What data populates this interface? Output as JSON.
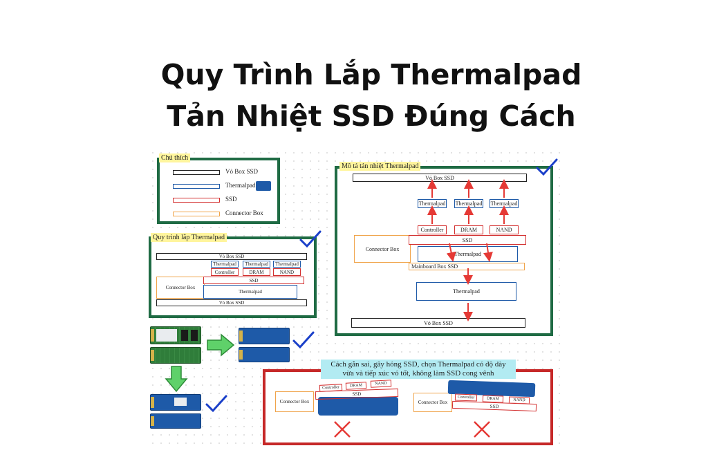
{
  "title": {
    "line1": "Quy Trình Lắp Thermalpad",
    "line2": "Tản Nhiệt SSD Đúng Cách"
  },
  "legend": {
    "heading": "Chú thích",
    "items": [
      {
        "label": "Vỏ Box SSD",
        "color": "#222222"
      },
      {
        "label": "Thermalpad",
        "color": "#1e5aa8"
      },
      {
        "label": "SSD",
        "color": "#d32f2f"
      },
      {
        "label": "Connector Box",
        "color": "#f0a44a"
      }
    ]
  },
  "process": {
    "heading": "Quy trình lắp Thermalpad",
    "vo_box_top": "Vỏ Box SSD",
    "thermalpads": [
      "Thermalpad",
      "Thermalpad",
      "Thermalpad"
    ],
    "chips": [
      "Controller",
      "DRAM",
      "NAND"
    ],
    "ssd": "SSD",
    "connector": "Connector Box",
    "thermalpad_bottom": "Thermalpad",
    "vo_box_bottom": "Vỏ Box SSD"
  },
  "description": {
    "heading": "Mô tả tản nhiệt Thermalpad",
    "vo_box_top": "Vỏ Box SSD",
    "thermalpads": [
      "Thermalpad",
      "Thermalpad",
      "Thermalpad"
    ],
    "chips": [
      "Controller",
      "DRAM",
      "NAND"
    ],
    "ssd": "SSD",
    "connector": "Connector Box",
    "thermalpad_mid": "Thermalpad",
    "mainboard": "Mainboard Box SSD",
    "thermalpad_low": "Thermalpad",
    "vo_box_bottom": "Vỏ Box SSD"
  },
  "wrong": {
    "heading_line1": "Cách gắn sai, gây hỏng SSD, chọn Thermalpad có độ dày",
    "heading_line2": "vừa và tiếp xúc vỏ tốt, không làm SSD cong vênh",
    "left": {
      "connector": "Connector Box",
      "chips": [
        "Controller",
        "DRAM",
        "NAND"
      ],
      "ssd": "SSD"
    },
    "right": {
      "connector": "Connector Box",
      "chips": [
        "Controller",
        "DRAM",
        "NAND"
      ],
      "ssd": "SSD"
    }
  },
  "colors": {
    "panel_green": "#1f6b44",
    "panel_red": "#c62828",
    "thermalpad_blue": "#1e5aa8",
    "arrow_red": "#e53935",
    "check_blue": "#1a3fc9",
    "arrow_green": "#5fd16a"
  },
  "icons": [
    "check-icon",
    "cross-icon",
    "arrow-right-icon",
    "arrow-down-icon",
    "heat-arrow-icon"
  ]
}
